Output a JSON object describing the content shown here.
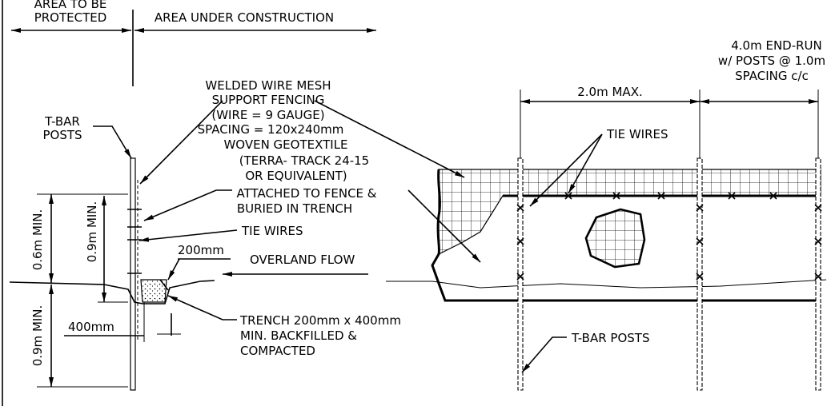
{
  "labels": {
    "area_protected_l1": "AREA TO BE",
    "area_protected_l2": "PROTECTED",
    "area_construction": "AREA UNDER CONSTRUCTION",
    "t_bar_posts_l1": "T-BAR",
    "t_bar_posts_l2": "POSTS",
    "mesh_l1": "WELDED WIRE MESH",
    "mesh_l2": "SUPPORT FENCING",
    "mesh_l3": "(WIRE = 9 GAUGE)",
    "mesh_l4": "SPACING = 120x240mm",
    "geo_l1": "WOVEN GEOTEXTILE",
    "geo_l2": "(TERRA- TRACK 24-15",
    "geo_l3": "OR EQUIVALENT)",
    "geo_l4": "ATTACHED TO FENCE &",
    "geo_l5": "BURIED IN TRENCH",
    "tie_wires_section": "TIE WIRES",
    "dim_200mm": "200mm",
    "overland_flow": "OVERLAND FLOW",
    "dim_06m": "0.6m MIN.",
    "dim_09m_upper": "0.9m MIN.",
    "dim_09m_lower": "0.9m MIN.",
    "dim_400mm": "400mm",
    "trench_l1": "TRENCH 200mm x 400mm",
    "trench_l2": "MIN. BACKFILLED &",
    "trench_l3": "COMPACTED",
    "end_run_l1": "4.0m END-RUN",
    "end_run_l2": "w/ POSTS @ 1.0m",
    "end_run_l3": "SPACING c/c",
    "dim_2m": "2.0m MAX.",
    "tie_wires_elev": "TIE WIRES",
    "t_bar_posts_elev": "T-BAR POSTS"
  }
}
